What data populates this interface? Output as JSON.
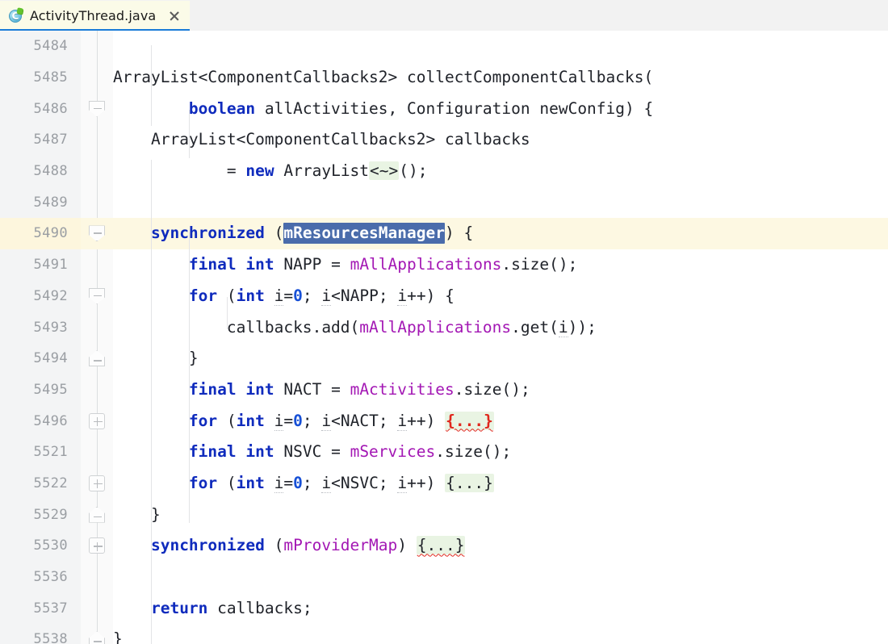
{
  "window": {
    "title": "ActivityThread.java"
  },
  "tabbar": {
    "tabs": [
      {
        "label": "ActivityThread.java",
        "icon": "java-class-icon",
        "icon_letter": "C",
        "close_label": "×",
        "active": true,
        "accent_color": "#1a7cd8",
        "background_color": "#fbfbe8"
      }
    ]
  },
  "editor": {
    "language": "Java",
    "caret_line": 5490,
    "selection_text": "mResourcesManager",
    "colors": {
      "keyword": "#0f2bbd",
      "field": "#a317b4",
      "number": "#1750d6",
      "text": "#20232a",
      "selection_bg": "#4a6cab",
      "selection_fg": "#ffffff",
      "caret_line_bg": "#fdf8e2",
      "fold_placeholder_bg": "#e9f4e3",
      "error_red": "#e0271d",
      "gutter_bg": "#f3f4f5",
      "line_number": "#9a9ea3"
    },
    "lines": [
      {
        "number": "5484",
        "fold": "none",
        "text": ""
      },
      {
        "number": "5485",
        "fold": "none",
        "text": "    ArrayList<ComponentCallbacks2> collectComponentCallbacks("
      },
      {
        "number": "5486",
        "fold": "minus-down",
        "text": "            boolean allActivities, Configuration newConfig) {"
      },
      {
        "number": "5487",
        "fold": "none",
        "text": "        ArrayList<ComponentCallbacks2> callbacks"
      },
      {
        "number": "5488",
        "fold": "none",
        "text": "                = new ArrayList<~>();"
      },
      {
        "number": "5489",
        "fold": "none",
        "text": ""
      },
      {
        "number": "5490",
        "fold": "minus-down",
        "text": "        synchronized (mResourcesManager) {"
      },
      {
        "number": "5491",
        "fold": "none",
        "text": "            final int NAPP = mAllApplications.size();"
      },
      {
        "number": "5492",
        "fold": "minus-down",
        "text": "            for (int i=0; i<NAPP; i++) {"
      },
      {
        "number": "5493",
        "fold": "none",
        "text": "                callbacks.add(mAllApplications.get(i));"
      },
      {
        "number": "5494",
        "fold": "minus-up",
        "text": "            }"
      },
      {
        "number": "5495",
        "fold": "none",
        "text": "            final int NACT = mActivities.size();"
      },
      {
        "number": "5496",
        "fold": "plus",
        "text": "            for (int i=0; i<NACT; i++) {...}"
      },
      {
        "number": "5521",
        "fold": "none",
        "text": "            final int NSVC = mServices.size();"
      },
      {
        "number": "5522",
        "fold": "plus",
        "text": "            for (int i=0; i<NSVC; i++) {...}"
      },
      {
        "number": "5529",
        "fold": "minus-up",
        "text": "        }"
      },
      {
        "number": "5530",
        "fold": "plus",
        "text": "        synchronized (mProviderMap) {...}"
      },
      {
        "number": "5536",
        "fold": "none",
        "text": ""
      },
      {
        "number": "5537",
        "fold": "none",
        "text": "        return callbacks;"
      },
      {
        "number": "5538",
        "fold": "minus-up",
        "text": "    }"
      }
    ]
  }
}
